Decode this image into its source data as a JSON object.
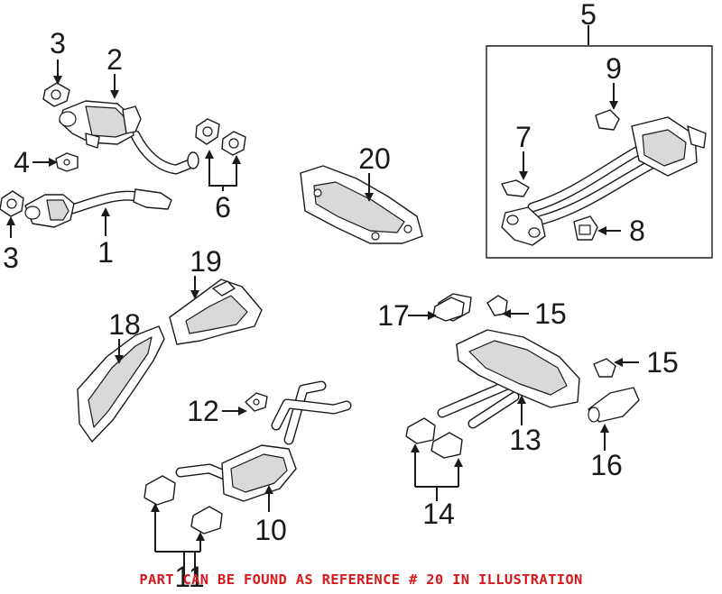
{
  "callouts": {
    "c1": "1",
    "c2": "2",
    "c3a": "3",
    "c3b": "3",
    "c4": "4",
    "c5": "5",
    "c6": "6",
    "c7": "7",
    "c8": "8",
    "c9": "9",
    "c10": "10",
    "c11": "11",
    "c12": "12",
    "c13": "13",
    "c14": "14",
    "c15a": "15",
    "c15b": "15",
    "c16": "16",
    "c17": "17",
    "c18": "18",
    "c19": "19",
    "c20": "20"
  },
  "footer": {
    "note": "PART CAN BE FOUND AS REFERENCE # 20 IN ILLUSTRATION"
  },
  "colors": {
    "footer_text": "#d8191c",
    "line_art": "#1a1a1a",
    "background": "#ffffff"
  }
}
